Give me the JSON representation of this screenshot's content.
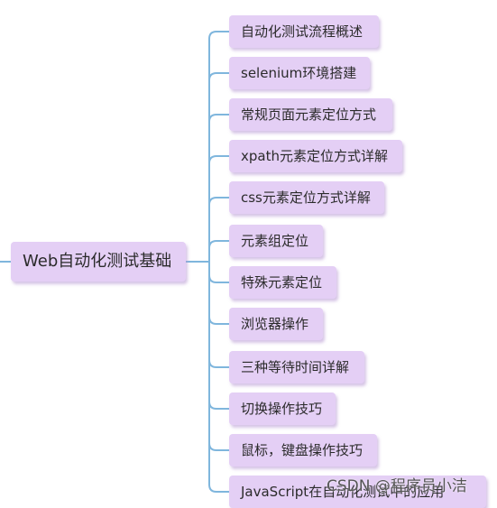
{
  "root": {
    "label": "Web自动化测试基础"
  },
  "children": [
    {
      "label": "自动化测试流程概述"
    },
    {
      "label": "selenium环境搭建"
    },
    {
      "label": "常规页面元素定位方式"
    },
    {
      "label": "xpath元素定位方式详解"
    },
    {
      "label": "css元素定位方式详解"
    },
    {
      "label": "元素组定位"
    },
    {
      "label": "特殊元素定位"
    },
    {
      "label": "浏览器操作"
    },
    {
      "label": "三种等待时间详解"
    },
    {
      "label": "切换操作技巧"
    },
    {
      "label": "鼠标，键盘操作技巧"
    },
    {
      "label": "JavaScript在自动化测试中的应用"
    }
  ],
  "watermark": "CSDN @程序员小洁",
  "colors": {
    "node_fill": "#e4cff5",
    "connector": "#7fb6dd"
  }
}
